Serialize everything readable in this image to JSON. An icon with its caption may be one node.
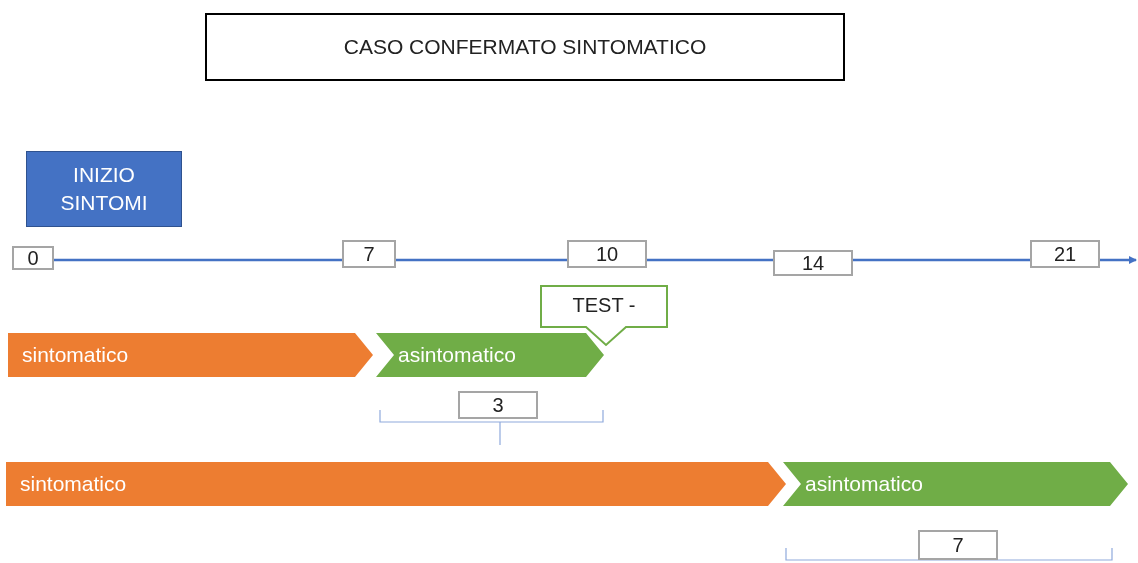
{
  "diagram": {
    "nodes": [
      {
        "text": [
          "CASO CONFERMATO SINTOMATICO"
        ]
      },
      {
        "text": [
          "INIZIO SINTOMI"
        ]
      },
      {
        "text": [
          "0"
        ]
      },
      {
        "text": [
          "7"
        ]
      },
      {
        "text": [
          "10"
        ]
      },
      {
        "text": [
          "14"
        ]
      },
      {
        "text": [
          "21"
        ]
      },
      {
        "text": [
          "TEST -"
        ]
      },
      {
        "text": [
          "sintomatico"
        ]
      },
      {
        "text": [
          "asintomatico"
        ]
      },
      {
        "text": [
          "3"
        ]
      },
      {
        "text": [
          "sintomatico"
        ]
      },
      {
        "text": [
          "asintomatico"
        ]
      },
      {
        "text": [
          "7"
        ]
      }
    ]
  }
}
